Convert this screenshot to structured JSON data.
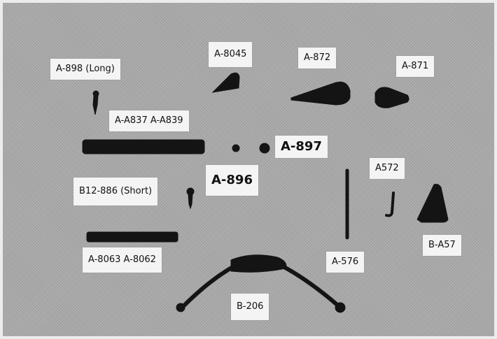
{
  "labels": {
    "a898_long": "A-898 (Long)",
    "a8045": "A-8045",
    "a872": "A-872",
    "a871": "A-871",
    "a_a837_a_a839": "A-A837 A-A839",
    "a897": "A-897",
    "a896": "A-896",
    "a572": "A572",
    "b12_886_short": "B12-886 (Short)",
    "b_a57": "B-A57",
    "a8063_a8062": "A-8063 A-8062",
    "a576": "A-576",
    "b206": "B-206"
  },
  "colors": {
    "background": "#a9a9a9",
    "label_background": "#f4f4f4",
    "part": "#141414"
  }
}
